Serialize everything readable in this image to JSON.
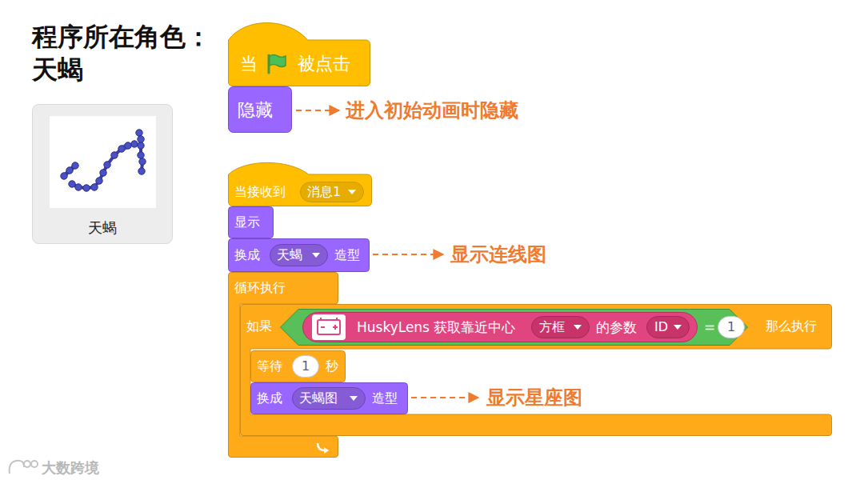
{
  "diagram": {
    "title": "程序所在角色： 天蝎",
    "nodes": [
      {
        "text": [
          "天蝎"
        ]
      },
      {
        "text": [
          "当",
          "被点击"
        ]
      },
      {
        "text": [
          "隐藏"
        ]
      },
      {
        "text": [
          "当接收到"
        ]
      },
      {
        "text": [
          "消息1"
        ],
        "in": 3
      },
      {
        "text": [
          "显示"
        ]
      },
      {
        "text": [
          "换成",
          "造型"
        ]
      },
      {
        "text": [
          "天蝎"
        ],
        "in": 6
      },
      {
        "text": [
          "循环执行"
        ]
      },
      {
        "text": [
          "如果",
          "那么执行"
        ],
        "in": 8
      },
      {
        "text": [
          "="
        ],
        "in": 9
      },
      {
        "text": [
          "HuskyLens 获取靠近中心",
          "的参数"
        ],
        "in": 10
      },
      {
        "text": [
          "方框"
        ],
        "in": 11
      },
      {
        "text": [
          "ID"
        ],
        "in": 11
      },
      {
        "text": [
          "1"
        ],
        "in": 10
      },
      {
        "text": [
          "等待",
          "秒"
        ],
        "in": 9
      },
      {
        "text": [
          "1"
        ],
        "in": 15
      },
      {
        "text": [
          "换成",
          "造型"
        ],
        "in": 9
      },
      {
        "text": [
          "天蝎图"
        ],
        "in": 17
      }
    ],
    "labels": [
      "进入初始动画时隐藏",
      "显示连线图",
      "显示星座图",
      "大数跨境"
    ]
  }
}
